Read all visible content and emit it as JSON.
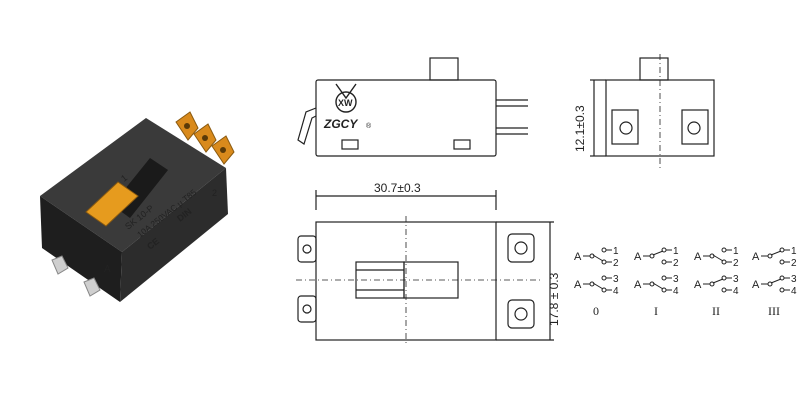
{
  "product": {
    "model_line": "SK 10-P",
    "rating_line": "10A 250VAC μ T85",
    "din_mark": "DIN",
    "ce_mark": "CE",
    "terminal_a": "A",
    "terminal_1": "1",
    "terminal_2": "2"
  },
  "brand": {
    "logo_text": "ZGCY",
    "logo_initials": "XW",
    "registered": "®"
  },
  "dimensions": {
    "width": "30.7±0.3",
    "height": "12.1±0.3",
    "depth": "17.8 ± 0.3"
  },
  "schematics": {
    "common_label": "A",
    "contact_labels": [
      "1",
      "2",
      "3",
      "4"
    ],
    "positions": [
      {
        "label": "0"
      },
      {
        "label": "I"
      },
      {
        "label": "II"
      },
      {
        "label": "III"
      }
    ]
  }
}
